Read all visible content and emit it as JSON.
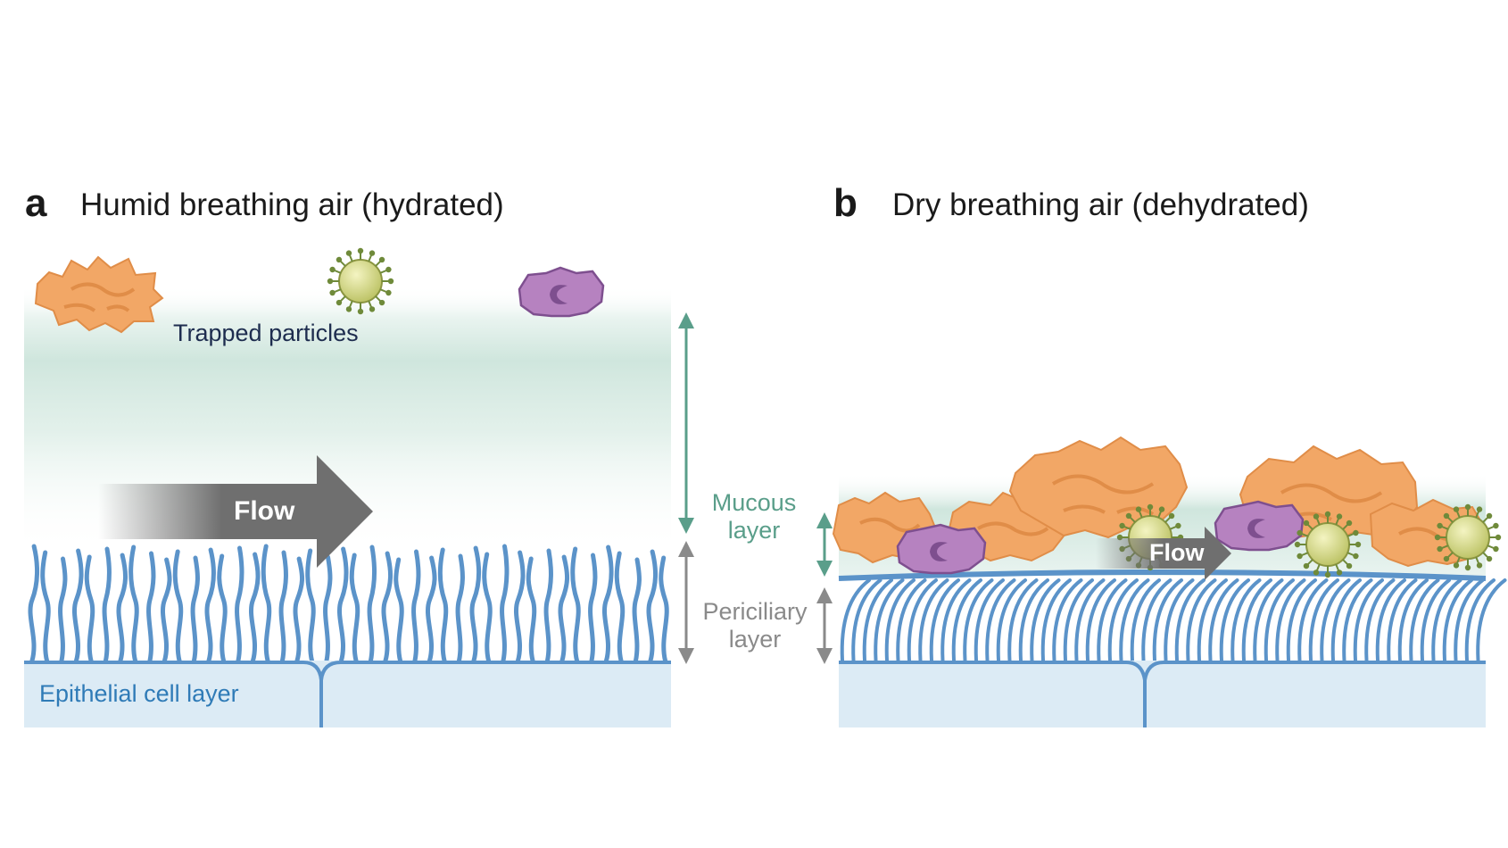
{
  "panel_a": {
    "letter": "a",
    "title": "Humid breathing air (hydrated)",
    "particles_label": "Trapped particles",
    "flow_label": "Flow",
    "epithelial_label": "Epithelial cell layer"
  },
  "panel_b": {
    "letter": "b",
    "title": "Dry breathing air (dehydrated)",
    "flow_label": "Flow"
  },
  "layer_labels": {
    "mucous": [
      "Mucous",
      "layer"
    ],
    "periciliary": [
      "Periciliary",
      "layer"
    ]
  },
  "colors": {
    "mucus": "#cfe6dd",
    "cilia": "#5b93c9",
    "epithelium": "#dcebf5",
    "flow_arrow": "#6f6f6f",
    "mucous_arrow": "#5a9e8a",
    "periciliary_arrow": "#8a8a8a",
    "dust": "#f2a766",
    "virus": "#d6dc83",
    "cell_purple": "#b682c0"
  }
}
